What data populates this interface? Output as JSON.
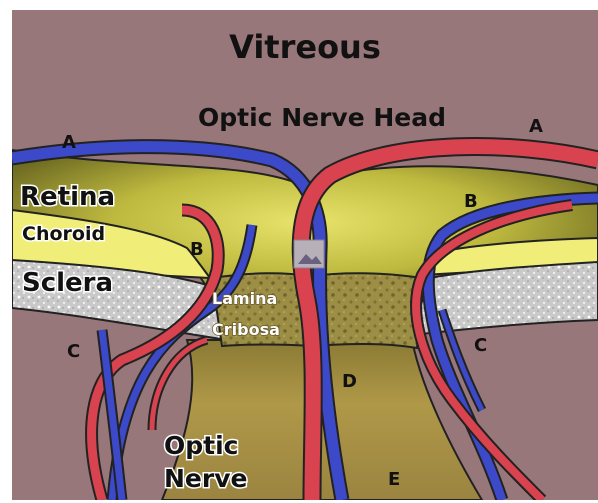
{
  "diagram": {
    "labels": {
      "vitreous": "Vitreous",
      "optic_nerve_head": "Optic Nerve Head",
      "retina": "Retina",
      "choroid": "Choroid",
      "sclera": "Sclera",
      "lamina": "Lamina",
      "cribosa": "Cribosa",
      "optic": "Optic",
      "nerve": "Nerve",
      "a_left": "A",
      "a_right": "A",
      "b_left": "B",
      "b_right": "B",
      "c_left": "C",
      "c_right": "C",
      "d": "D",
      "e": "E"
    },
    "colors": {
      "background": "#98777a",
      "retina_gradient": [
        "#5e5a1e",
        "#b9b43a",
        "#e4df60"
      ],
      "choroid": "#f0ee78",
      "sclera": "#c8c8c8",
      "nerve": "#a08b3e",
      "artery": "#d9434f",
      "vein": "#3c49c9",
      "outline": "#222222"
    }
  }
}
